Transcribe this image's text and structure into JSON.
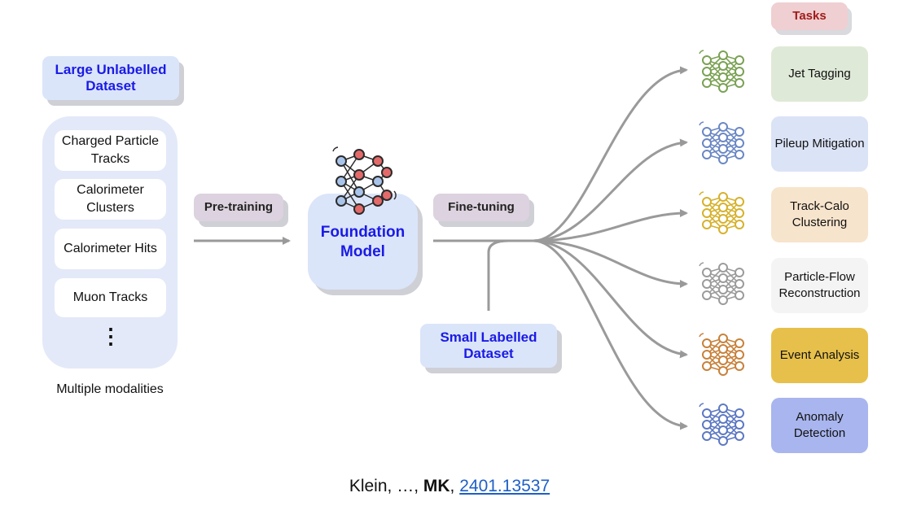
{
  "left": {
    "header": "Large Unlabelled Dataset",
    "modalities": [
      "Charged Particle Tracks",
      "Calorimeter Clusters",
      "Calorimeter Hits",
      "Muon Tracks"
    ],
    "more": "⋮",
    "caption": "Multiple modalities"
  },
  "pretraining_label": "Pre-training",
  "foundation_label": "Foundation Model",
  "finetuning_label": "Fine-tuning",
  "small_dataset_label": "Small Labelled Dataset",
  "tasks_header": "Tasks",
  "tasks": [
    {
      "label": "Jet Tagging",
      "bg": "#dfe9d7",
      "icon_color": "#7aa153"
    },
    {
      "label": "Pileup Mitigation",
      "bg": "#dbe3f6",
      "icon_color": "#6a87c4"
    },
    {
      "label": "Track-Calo Clustering",
      "bg": "#f7e4cc",
      "icon_color": "#d6b12c"
    },
    {
      "label": "Particle-Flow Reconstruction",
      "bg": "#f4f4f4",
      "icon_color": "#9b9b9b"
    },
    {
      "label": "Event Analysis",
      "bg": "#e7c04b",
      "icon_color": "#c8813a"
    },
    {
      "label": "Anomaly Detection",
      "bg": "#a8b5ee",
      "icon_color": "#5d78c3"
    }
  ],
  "citation": {
    "authors": "Klein, …, ",
    "bold": "MK",
    "sep": ", ",
    "link": "2401.13537"
  },
  "colors": {
    "arrow": "#999999",
    "link": "#1f5fc7",
    "tasks_header_bg": "#efcfd1",
    "tasks_header_text": "#a11b1b"
  }
}
